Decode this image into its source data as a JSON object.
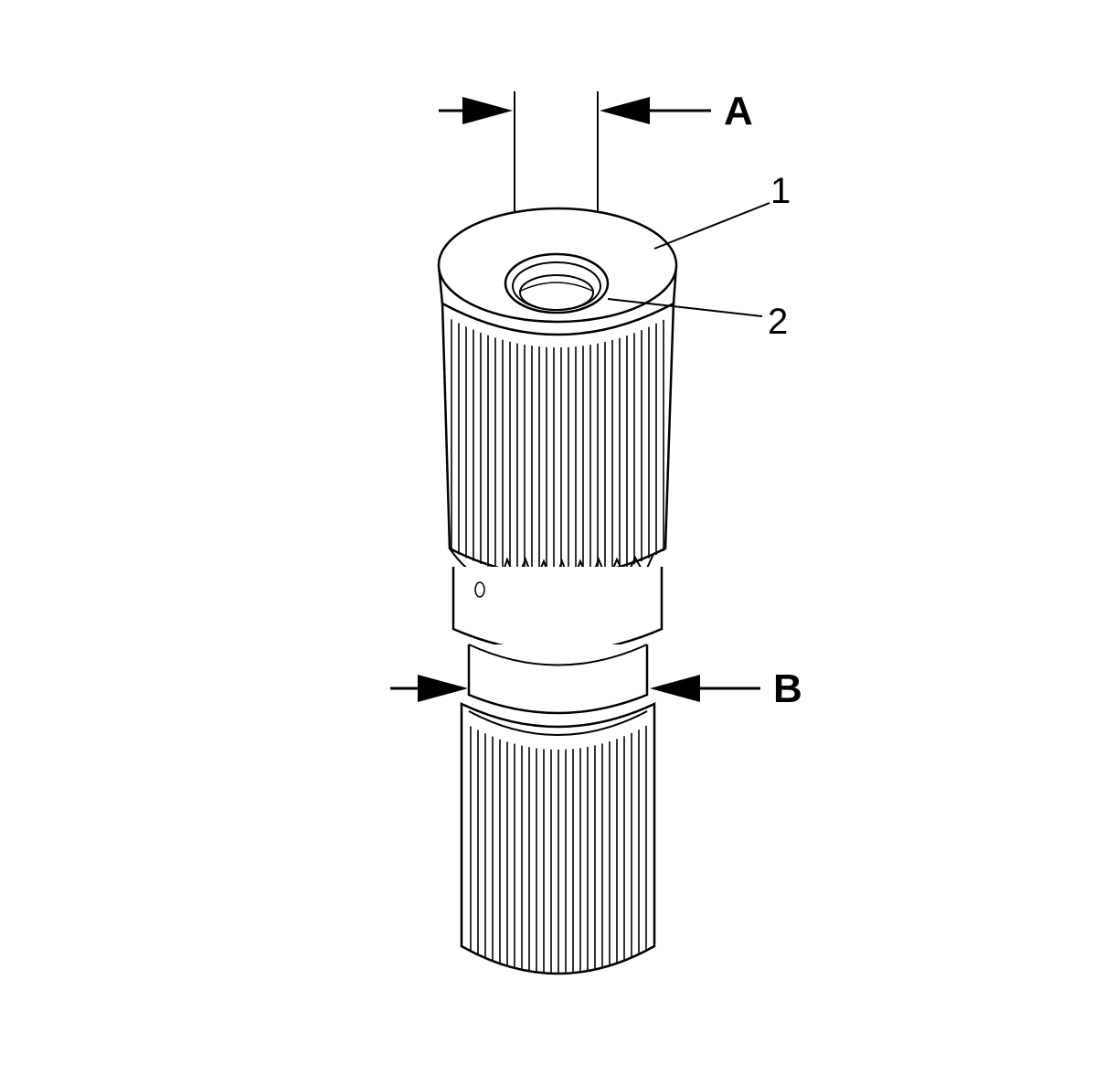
{
  "dimensions": {
    "a": {
      "label": "A"
    },
    "b": {
      "label": "B"
    }
  },
  "callouts": [
    {
      "label": "1"
    },
    {
      "label": "2"
    }
  ],
  "colors": {
    "ink": "#000000",
    "background": "#ffffff"
  }
}
